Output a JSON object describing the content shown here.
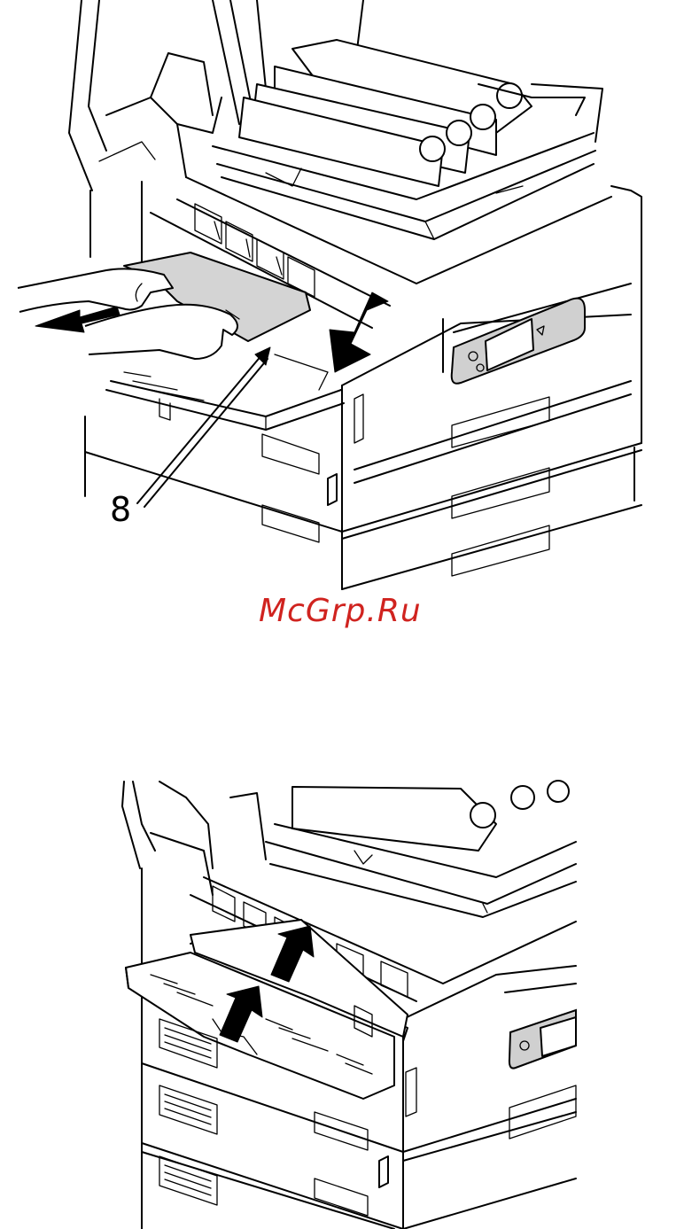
{
  "figure_top": {
    "callout_label": "8",
    "icons": [
      "printer-illustration",
      "paper-removal-arrow",
      "cover-close-arrow",
      "callout-pointer-arrow"
    ]
  },
  "figure_bottom": {
    "icons": [
      "printer-illustration",
      "paper-guide-lift-arrow",
      "paper-guide-lift-arrow"
    ]
  },
  "watermark": {
    "text": "McGrp.Ru",
    "color": "#d0231f"
  },
  "colors": {
    "line": "#000000",
    "paper": "#d4d4d4",
    "background": "#ffffff"
  }
}
